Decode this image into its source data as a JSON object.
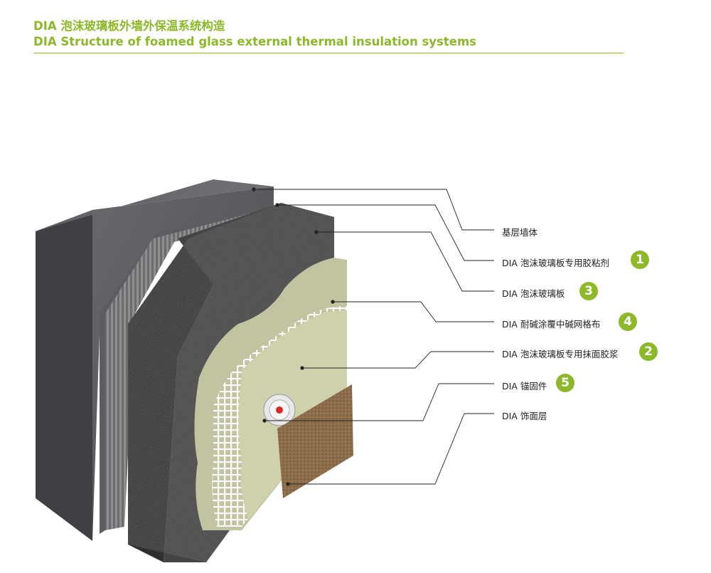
{
  "title": {
    "cn": "DIA 泡沫玻璃板外墙外保温系统构造",
    "en": "DIA Structure of foamed glass external thermal insulation systems"
  },
  "colors": {
    "accent": "#8cb82a",
    "wall": "#55575a",
    "foam": "#3c3c3c",
    "mortar": "#c7c8a6",
    "mesh": "#ffffff",
    "finish": "#8a6a4a"
  },
  "callouts": [
    {
      "label": "基层墙体",
      "number": ""
    },
    {
      "label": "DIA 泡沫玻璃板专用胶粘剂",
      "number": "1"
    },
    {
      "label": "DIA 泡沫玻璃板",
      "number": "3"
    },
    {
      "label": "DIA 耐碱涂覆中碱网格布",
      "number": "4"
    },
    {
      "label": "DIA 泡沫玻璃板专用抹面胶浆",
      "number": "2"
    },
    {
      "label": "DIA 锚固件",
      "number": "5"
    },
    {
      "label": "DIA 饰面层",
      "number": ""
    }
  ]
}
